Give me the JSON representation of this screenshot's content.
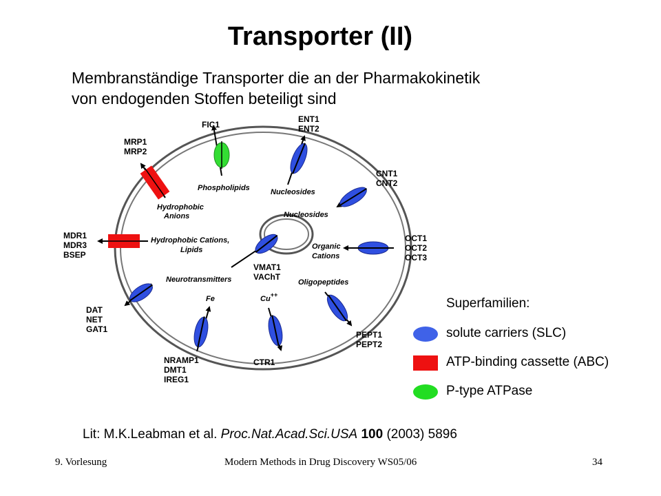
{
  "slide": {
    "title": "Transporter (II)",
    "subtitle_line1": "Membranständige Transporter die an der Pharmakokinetik",
    "subtitle_line2": "von endogenden Stoffen beteiligt sind"
  },
  "diagram": {
    "transporters": [
      {
        "id": "fic1",
        "lines": [
          "FIC1"
        ],
        "family": "P-type ATPase"
      },
      {
        "id": "ent",
        "lines": [
          "ENT1",
          "ENT2"
        ],
        "family": "SLC"
      },
      {
        "id": "cnt",
        "lines": [
          "CNT1",
          "CNT2"
        ],
        "family": "SLC"
      },
      {
        "id": "oct",
        "lines": [
          "OCT1",
          "OCT2",
          "OCT3"
        ],
        "family": "SLC"
      },
      {
        "id": "pept",
        "lines": [
          "PEPT1",
          "PEPT2"
        ],
        "family": "SLC"
      },
      {
        "id": "ctr1",
        "lines": [
          "CTR1"
        ],
        "family": "SLC"
      },
      {
        "id": "nramp",
        "lines": [
          "NRAMP1",
          "DMT1",
          "IREG1"
        ],
        "family": "SLC"
      },
      {
        "id": "dat",
        "lines": [
          "DAT",
          "NET",
          "GAT1"
        ],
        "family": "SLC"
      },
      {
        "id": "mdr",
        "lines": [
          "MDR1",
          "MDR3",
          "BSEP"
        ],
        "family": "ABC"
      },
      {
        "id": "mrp",
        "lines": [
          "MRP1",
          "MRP2"
        ],
        "family": "ABC"
      },
      {
        "id": "vmat",
        "lines": [
          "VMAT1",
          "VAChT"
        ],
        "family": "SLC"
      }
    ],
    "substrates": {
      "phospholipids": "Phospholipids",
      "nucleosides_outer": "Nucleosides",
      "nucleosides_inner": "Nucleosides",
      "hydrophobic_anions": [
        "Hydrophobic",
        "Anions"
      ],
      "hydrophobic_cations": [
        "Hydrophobic Cations,",
        "Lipids"
      ],
      "organic_cations": [
        "Organic",
        "Cations"
      ],
      "neurotransmitters": "Neurotransmitters",
      "oligopeptides": "Oligopeptides",
      "fe": "Fe",
      "cu": "Cu",
      "cu_charge": "++"
    }
  },
  "legend": {
    "title": "Superfamilien:",
    "items": [
      {
        "label": "solute carriers (SLC)",
        "color": "#3f62e8"
      },
      {
        "label": "ATP-binding cassette (ABC)",
        "color": "#ee1111"
      },
      {
        "label": "P-type ATPase",
        "color": "#22dd22"
      }
    ]
  },
  "citation": {
    "prefix": "Lit: M.K.Leabman et al. ",
    "journal": "Proc.Nat.Acad.Sci.USA",
    "volume": "100",
    "rest": " (2003) 5896"
  },
  "footer": {
    "left": "9. Vorlesung",
    "center": "Modern Methods in Drug Discovery WS05/06",
    "right": "34"
  },
  "colors": {
    "slc": "#2f4fe0",
    "abc": "#ee1111",
    "atpase": "#33dd33"
  }
}
